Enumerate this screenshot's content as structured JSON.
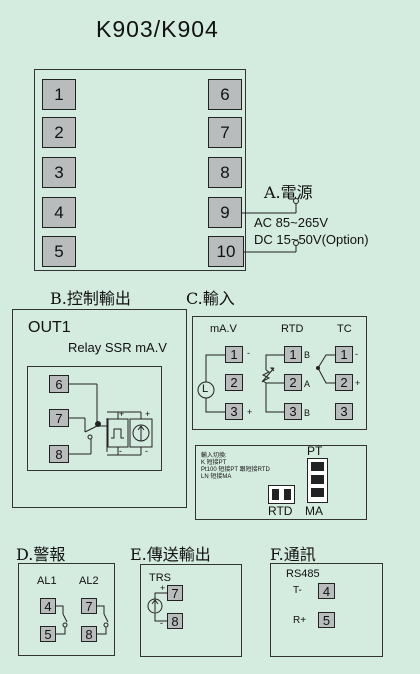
{
  "title": "K903/K904",
  "terminals": {
    "t1": "1",
    "t2": "2",
    "t3": "3",
    "t4": "4",
    "t5": "5",
    "t6": "6",
    "t7": "7",
    "t8": "8",
    "t9": "9",
    "t10": "10"
  },
  "power": {
    "heading": "A.電源",
    "ac": "AC 85~265V",
    "dc": "DC 15~50V(Option)"
  },
  "control_output": {
    "heading": "B.控制輸出",
    "out_label": "OUT1",
    "types": "Relay SSR mA.V",
    "terminals": [
      "6",
      "7",
      "8"
    ],
    "plus": "+",
    "minus": "-"
  },
  "input": {
    "heading": "C.輸入",
    "ma_v": "mA.V",
    "rtd": "RTD",
    "tc": "TC",
    "l_label": "L",
    "terminals": [
      "1",
      "2",
      "3"
    ],
    "rtd_letters": [
      "B",
      "A",
      "B"
    ],
    "minus": "-",
    "plus": "+"
  },
  "jumper": {
    "note_title": "輸入切換:",
    "note_lines": [
      "K 短接PT",
      "Pt100 短接PT 跟短接RTD",
      "LN 短接MA"
    ],
    "pt": "PT",
    "ma": "MA",
    "rtd": "RTD"
  },
  "alarm": {
    "heading": "D.警報",
    "al1": "AL1",
    "al2": "AL2",
    "terminals": [
      "4",
      "5",
      "7",
      "8"
    ]
  },
  "transmit": {
    "heading": "E.傳送輸出",
    "label": "TRS",
    "terminals": [
      "7",
      "8"
    ],
    "plus": "+",
    "minus": "-"
  },
  "comm": {
    "heading": "F.通訊",
    "label": "RS485",
    "t_minus": "T-",
    "r_plus": "R+",
    "terminals": [
      "4",
      "5"
    ]
  }
}
